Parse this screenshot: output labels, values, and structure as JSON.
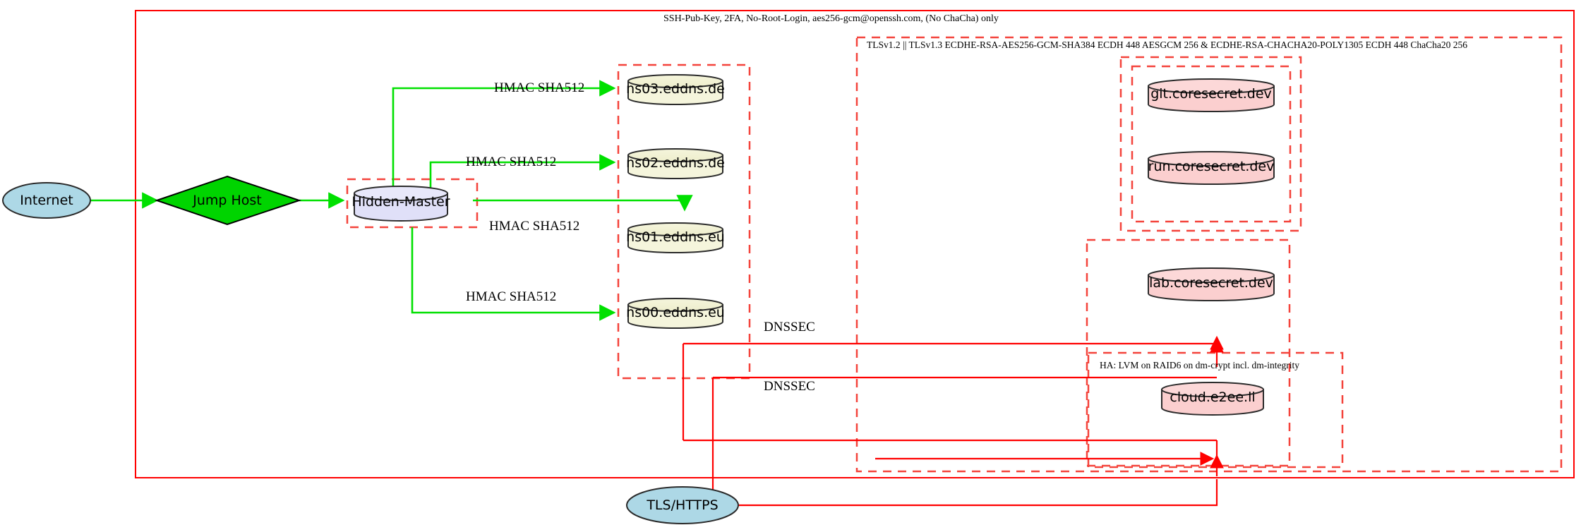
{
  "diagram": {
    "title_label": "SSH-Pub-Key, 2FA, No-Root-Login, aes256-gcm@openssh.com, (No ChaCha) only",
    "tls_cluster_label": "TLSv1.2 || TLSv1.3 ECDHE-RSA-AES256-GCM-SHA384 ECDH 448 AESGCM 256 & ECDHE-RSA-CHACHA20-POLY1305 ECDH 448 ChaCha20 256",
    "ha_cluster_label": "HA: LVM on RAID6 on dm-crypt incl. dm-integrity"
  },
  "colors": {
    "boundary_red": "#ff0000",
    "cluster_dash_red": "#f4433b",
    "edge_green": "#00e000",
    "edge_red": "#ff0000",
    "internet_fill": "#add8e6",
    "jump_fill": "#00d400",
    "master_fill": "#e0e0f8",
    "ns_fill": "#f5f5dc",
    "secret_fill": "#fbcfcf",
    "node_stroke": "#2b2b2b"
  },
  "nodes": {
    "internet": "Internet",
    "jump_host": "Jump Host",
    "hidden_master": "Hidden-Master",
    "ns03": "ns03.eddns.de",
    "ns02": "ns02.eddns.de",
    "ns01": "ns01.eddns.eu",
    "ns00": "ns00.eddns.eu",
    "git": "git.coresecret.dev",
    "run": "run.coresecret.dev",
    "lab": "lab.coresecret.dev",
    "cloud": "cloud.e2ee.li",
    "tls_https": "TLS/HTTPS"
  },
  "edge_labels": {
    "hmac_ns03": "HMAC SHA512",
    "hmac_ns02": "HMAC SHA512",
    "hmac_ns01": "HMAC SHA512",
    "hmac_ns00": "HMAC SHA512",
    "dnssec_upper": "DNSSEC",
    "dnssec_lower": "DNSSEC"
  }
}
